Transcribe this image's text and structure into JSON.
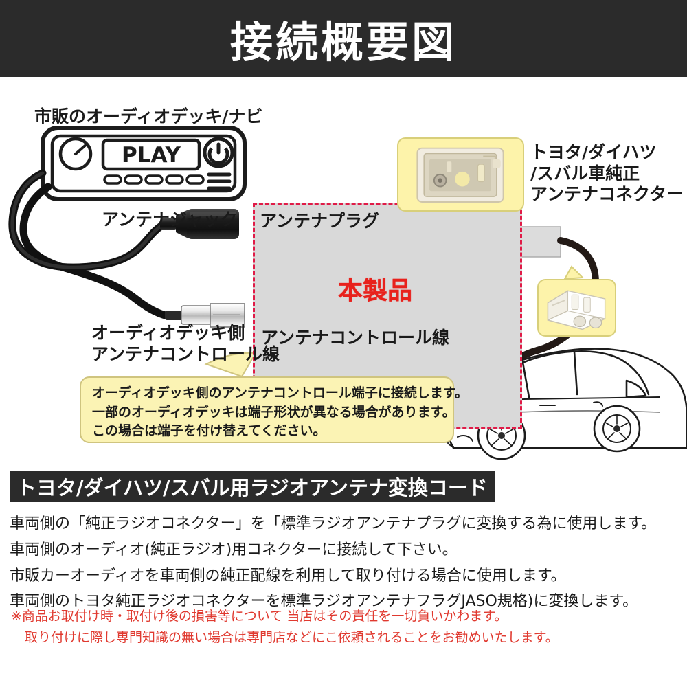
{
  "header": {
    "title": "接続概要図"
  },
  "diagram": {
    "labels": {
      "deck": "市販のオーディオデッキ/ナビ",
      "antenna_jack": "アンテナジャック",
      "antenna_plug": "アンテナプラグ",
      "antenna_control_inner": "アンテナコントロール線",
      "deck_side_line1": "オーディオデッキ側",
      "deck_side_line2": "アンテナコントロール線",
      "toyota_line1": "トヨタ/ダイハツ",
      "toyota_line2": "/スバル車純正",
      "toyota_line3": "アンテナコネクター",
      "product": "本製品",
      "deck_display": "PLAY"
    },
    "note_bubble": [
      "オーディオデッキ側のアンテナコントロール端子に接続します。",
      "一部のオーディオデッキは端子形状が異なる場合があります。",
      "この場合は端子を付け替えてください。"
    ],
    "colors": {
      "product_red": "#e8211c",
      "dashed_border": "#e01b47",
      "product_box_fill": "#d9d9d9",
      "callout_yellow": "#fdf3aa",
      "note_yellow": "#fbf3b4",
      "blue_wire": "#2a5fa5",
      "header_dark": "#2b2b2b"
    }
  },
  "bottom": {
    "band_title": "トヨタ/ダイハツ/スバル用ラジオアンテナ変換コード",
    "body_lines": [
      "車両側の「純正ラジオコネクター」を「標準ラジオアンテナプラグに変換する為に使用します。",
      "車両側のオーディオ(純正ラジオ)用コネクターに接続して下さい。",
      "市販カーオーディオを車両側の純正配線を利用して取り付ける場合に使用します。",
      "車両側のトヨタ純正ラジオコネクターを標準ラジオアンテナフラグJASO規格)に変換します。"
    ],
    "notes": [
      "※商品お取付け時・取付け後の損害等について 当店はその責任を一切負いかわます。",
      "取り付けに際し専門知識の無い場合は専門店などにこ依頼されることをお勧めいたします。"
    ]
  }
}
